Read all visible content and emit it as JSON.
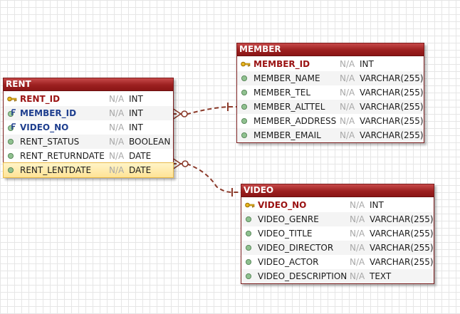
{
  "diagram": {
    "colors": {
      "header": "#9c2020",
      "border": "#7a1c1c",
      "primary_key_text": "#9a1212",
      "foreign_key_text": "#1f3f8f",
      "null_text": "#a8a8a8",
      "connector": "#8b3a2a",
      "selected_row": "#ffe395"
    },
    "entities": {
      "rent": {
        "name": "RENT",
        "columns": [
          {
            "name": "RENT_ID",
            "nullable": "N/A",
            "type": "INT",
            "key": "primary",
            "icon": "key-icon"
          },
          {
            "name": "MEMBER_ID",
            "nullable": "N/A",
            "type": "INT",
            "key": "foreign",
            "icon": "foreign-key-icon"
          },
          {
            "name": "VIDEO_NO",
            "nullable": "N/A",
            "type": "INT",
            "key": "foreign",
            "icon": "foreign-key-icon"
          },
          {
            "name": "RENT_STATUS",
            "nullable": "N/A",
            "type": "BOOLEAN",
            "key": "none",
            "icon": "column-dot-icon"
          },
          {
            "name": "RENT_RETURNDATE",
            "nullable": "N/A",
            "type": "DATE",
            "key": "none",
            "icon": "column-dot-icon"
          },
          {
            "name": "RENT_LENTDATE",
            "nullable": "N/A",
            "type": "DATE",
            "key": "none",
            "icon": "column-dot-icon",
            "selected": true
          }
        ]
      },
      "member": {
        "name": "MEMBER",
        "columns": [
          {
            "name": "MEMBER_ID",
            "nullable": "N/A",
            "type": "INT",
            "key": "primary",
            "icon": "key-icon"
          },
          {
            "name": "MEMBER_NAME",
            "nullable": "N/A",
            "type": "VARCHAR(255)",
            "key": "none",
            "icon": "column-dot-icon"
          },
          {
            "name": "MEMBER_TEL",
            "nullable": "N/A",
            "type": "VARCHAR(255)",
            "key": "none",
            "icon": "column-dot-icon"
          },
          {
            "name": "MEMBER_ALTTEL",
            "nullable": "N/A",
            "type": "VARCHAR(255)",
            "key": "none",
            "icon": "column-dot-icon"
          },
          {
            "name": "MEMBER_ADDRESS",
            "nullable": "N/A",
            "type": "VARCHAR(255)",
            "key": "none",
            "icon": "column-dot-icon"
          },
          {
            "name": "MEMBER_EMAIL",
            "nullable": "N/A",
            "type": "VARCHAR(255)",
            "key": "none",
            "icon": "column-dot-icon"
          }
        ]
      },
      "video": {
        "name": "VIDEO",
        "columns": [
          {
            "name": "VIDEO_NO",
            "nullable": "N/A",
            "type": "INT",
            "key": "primary",
            "icon": "key-icon"
          },
          {
            "name": "VIDEO_GENRE",
            "nullable": "N/A",
            "type": "VARCHAR(255)",
            "key": "none",
            "icon": "column-dot-icon"
          },
          {
            "name": "VIDEO_TITLE",
            "nullable": "N/A",
            "type": "VARCHAR(255)",
            "key": "none",
            "icon": "column-dot-icon"
          },
          {
            "name": "VIDEO_DIRECTOR",
            "nullable": "N/A",
            "type": "VARCHAR(255)",
            "key": "none",
            "icon": "column-dot-icon"
          },
          {
            "name": "VIDEO_ACTOR",
            "nullable": "N/A",
            "type": "VARCHAR(255)",
            "key": "none",
            "icon": "column-dot-icon"
          },
          {
            "name": "VIDEO_DESCRIPTION",
            "nullable": "N/A",
            "type": "TEXT",
            "key": "none",
            "icon": "column-dot-icon"
          }
        ]
      }
    },
    "relationships": [
      {
        "from": "RENT",
        "to": "MEMBER",
        "from_end": "zero-or-many",
        "to_end": "one",
        "line_style": "dashed"
      },
      {
        "from": "RENT",
        "to": "VIDEO",
        "from_end": "zero-or-many",
        "to_end": "one",
        "line_style": "dashed"
      }
    ]
  }
}
